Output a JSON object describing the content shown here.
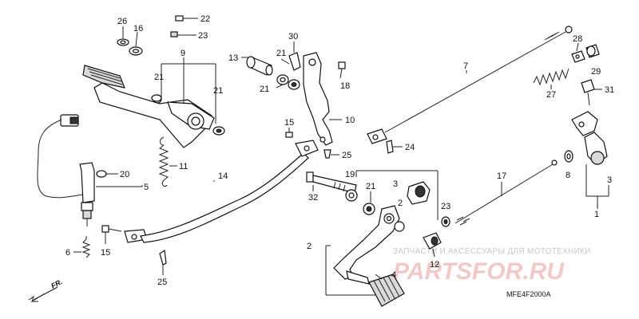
{
  "callouts": {
    "c1": "1",
    "c2": "2",
    "c2b": "2",
    "c3a": "3",
    "c3b": "3",
    "c4": "4",
    "c5": "5",
    "c6": "6",
    "c7": "7",
    "c8": "8",
    "c9": "9",
    "c10": "10",
    "c11": "11",
    "c12": "12",
    "c13": "13",
    "c14": "14",
    "c15a": "15",
    "c15b": "15",
    "c16": "16",
    "c17": "17",
    "c18": "18",
    "c19": "19",
    "c20": "20",
    "c21a": "21",
    "c21b": "21",
    "c21c": "21",
    "c21d": "21",
    "c21e": "21",
    "c22": "22",
    "c23a": "23",
    "c23b": "23",
    "c24": "24",
    "c25a": "25",
    "c25b": "25",
    "c26": "26",
    "c27": "27",
    "c28": "28",
    "c29": "29",
    "c30": "30",
    "c31": "31",
    "c32": "32"
  },
  "watermark": {
    "tagline": "ЗАПЧАСТИ И АКСЕССУАРЫ ДЛЯ МОТОТЕХНИКИ",
    "logo": "PARTSFOR.RU"
  },
  "diagram_code": "MFE4F2000A",
  "direction_label": "FR."
}
